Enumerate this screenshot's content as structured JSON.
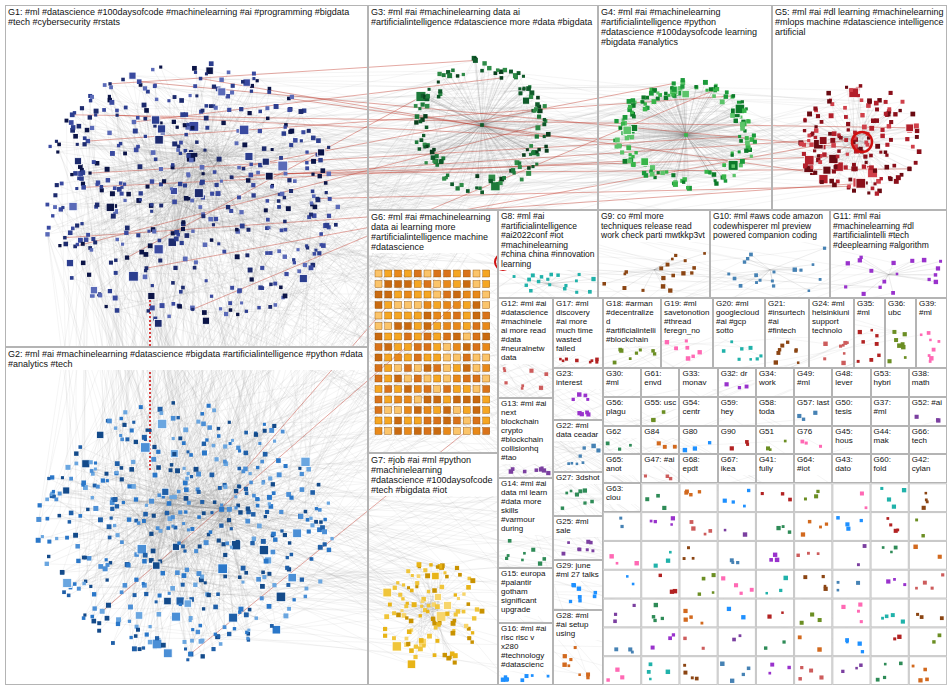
{
  "diagram": {
    "nodes": [
      {
        "text": [
          "G1: #ml #datascience #100daysofcode #machinelearning #ai #programming #bigdata #tech #cybersecurity #rstats"
        ]
      },
      {
        "text": [
          "G2: #ml #ai #machinelearning #datascience #bigdata #artificialintelligence #python #data #analytics #tech"
        ]
      },
      {
        "text": [
          "G3: #ml #ai #machinelearning data ai #artificialintelligence #datascience more #data #bigdata"
        ]
      },
      {
        "text": [
          "G4: #ml #ai #machinelearning #artificialintelligence #python #datascience #100daysofcode learning #bigdata #analytics"
        ]
      },
      {
        "text": [
          "G5: #ml #ai #dl learning #machinelearning #mlops machine #datascience intelligence artificial"
        ]
      },
      {
        "text": [
          "G6: #ml #ai #machinelearning data ai learning more #artificialintelligence machine #datascience"
        ]
      },
      {
        "text": [
          "G7: #job #ai #ml #python #machinelearning #datascience #100daysofcode #tech #bigdata #iot"
        ]
      },
      {
        "text": [
          "G8: #ml #ai #artificialintelligence #ai2022conf #iot #machinelearning #china china #innovation learning"
        ]
      },
      {
        "text": [
          "G9: co #ml more techniques release read work check parti mwtkkp3vt"
        ]
      },
      {
        "text": [
          "G10: #ml #aws code amazon codewhisperer ml preview powered companion coding"
        ]
      },
      {
        "text": [
          "G11: #ml #ai #machinelearning #dl #artificialintelli #tech #deeplearning #algorithm"
        ]
      },
      {
        "text": [
          "G12: #ml #ai #datascience #machinele ai more read #data #neuralnetw data"
        ]
      },
      {
        "text": [
          "G13: #ml #ai next blockchain crypto #blockchain collisionhq #tao"
        ]
      },
      {
        "text": [
          "G14: #ml #ai data ml learn #data more skills #varmour during"
        ]
      },
      {
        "text": [
          "G15: europa #palantir gotham significant upgrade"
        ]
      },
      {
        "text": [
          "G16: #ml #ai risc risc v x280 #technology #datascienc"
        ]
      },
      {
        "text": [
          "G17: #ml discovery #ai more much time wasted failed"
        ]
      },
      {
        "text": [
          "G18: #arman #decentralized #artificialintelli #blockchain"
        ]
      },
      {
        "text": [
          "G19: #ml savetonotion #thread feregn_no"
        ]
      },
      {
        "text": [
          "G20: #ml googlecloud #ai #gcp sotto"
        ]
      },
      {
        "text": [
          "G21: #insurtech #ai #fintech"
        ]
      },
      {
        "text": [
          "G22: #ml data ceadar"
        ]
      },
      {
        "text": [
          "G23: interest"
        ]
      },
      {
        "text": [
          "G24: #ml helsinkiuni support technolo"
        ]
      },
      {
        "text": [
          "G25: #ml sale"
        ]
      },
      {
        "text": [
          "G27: 3dshot"
        ]
      },
      {
        "text": [
          "G28: #ml #ai setup using"
        ]
      },
      {
        "text": [
          "G29: june #ml 27 talks"
        ]
      },
      {
        "text": [
          "G35: #ml"
        ]
      },
      {
        "text": [
          "G36: ubc"
        ]
      },
      {
        "text": [
          "G39: #ml"
        ]
      },
      {
        "text": [
          "G30: #ml"
        ]
      },
      {
        "text": [
          "G61: envd"
        ]
      },
      {
        "text": [
          "G33: monav"
        ]
      },
      {
        "text": [
          "G32: dr"
        ]
      },
      {
        "text": [
          "G34: work"
        ]
      },
      {
        "text": [
          "G49: #ml"
        ]
      },
      {
        "text": [
          "G48: lever"
        ]
      },
      {
        "text": [
          "G53: hybri"
        ]
      },
      {
        "text": [
          "G38: math"
        ]
      },
      {
        "text": [
          "G56: plagu"
        ]
      },
      {
        "text": [
          "G55: usc"
        ]
      },
      {
        "text": [
          "G54: centr"
        ]
      },
      {
        "text": [
          "G59: hey"
        ]
      },
      {
        "text": [
          "G58: toda"
        ]
      },
      {
        "text": [
          "G57: last"
        ]
      },
      {
        "text": [
          "G50: tesis"
        ]
      },
      {
        "text": [
          "G37: #ml"
        ]
      },
      {
        "text": [
          "G52: #ai"
        ]
      },
      {
        "text": [
          "G62"
        ]
      },
      {
        "text": [
          "G84"
        ]
      },
      {
        "text": [
          "G80"
        ]
      },
      {
        "text": [
          "G90"
        ]
      },
      {
        "text": [
          "G51"
        ]
      },
      {
        "text": [
          "G76"
        ]
      },
      {
        "text": [
          "G45: hous"
        ]
      },
      {
        "text": [
          "G44: mak"
        ]
      },
      {
        "text": [
          "G66: tech"
        ]
      },
      {
        "text": [
          "G65: anot"
        ]
      },
      {
        "text": [
          "G47: #ai"
        ]
      },
      {
        "text": [
          "G68: epdt"
        ]
      },
      {
        "text": [
          "G67: ikea"
        ]
      },
      {
        "text": [
          "G41: fully"
        ]
      },
      {
        "text": [
          "G64: #iot"
        ]
      },
      {
        "text": [
          "G43: dato"
        ]
      },
      {
        "text": [
          "G60: fold"
        ]
      },
      {
        "text": [
          "G42: cylan"
        ]
      },
      {
        "text": [
          "G63: clou"
        ]
      }
    ]
  }
}
